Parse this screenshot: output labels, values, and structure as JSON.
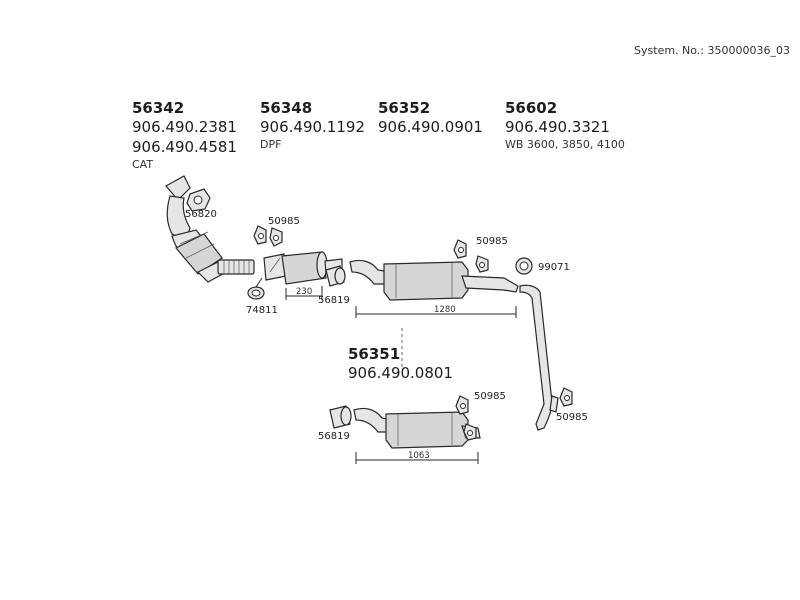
{
  "system_number": "System. No.: 350000036_03",
  "header_groups": [
    {
      "part_no": "56342",
      "codes": [
        "906.490.2381",
        "906.490.4581"
      ],
      "note": "CAT"
    },
    {
      "part_no": "56348",
      "codes": [
        "906.490.1192"
      ],
      "note": "DPF"
    },
    {
      "part_no": "56352",
      "codes": [
        "906.490.0901"
      ],
      "note": ""
    },
    {
      "part_no": "56602",
      "codes": [
        "906.490.3321"
      ],
      "note": "WB 3600, 3850, 4100"
    }
  ],
  "alt_group": {
    "part_no": "56351",
    "code": "906.490.0801"
  },
  "labels": {
    "gasket_56820": "56820",
    "hanger_50985_a": "50985",
    "clamp_74811": "74811",
    "clamp_56819_a": "56819",
    "hanger_50985_b": "50985",
    "clamp_99071": "99071",
    "hanger_50985_c": "50985",
    "clamp_56819_b": "56819",
    "hanger_50985_d": "50985"
  },
  "dimensions": {
    "dpf_length": "230",
    "muffler_length": "1280",
    "alt_muffler_length": "1063"
  }
}
